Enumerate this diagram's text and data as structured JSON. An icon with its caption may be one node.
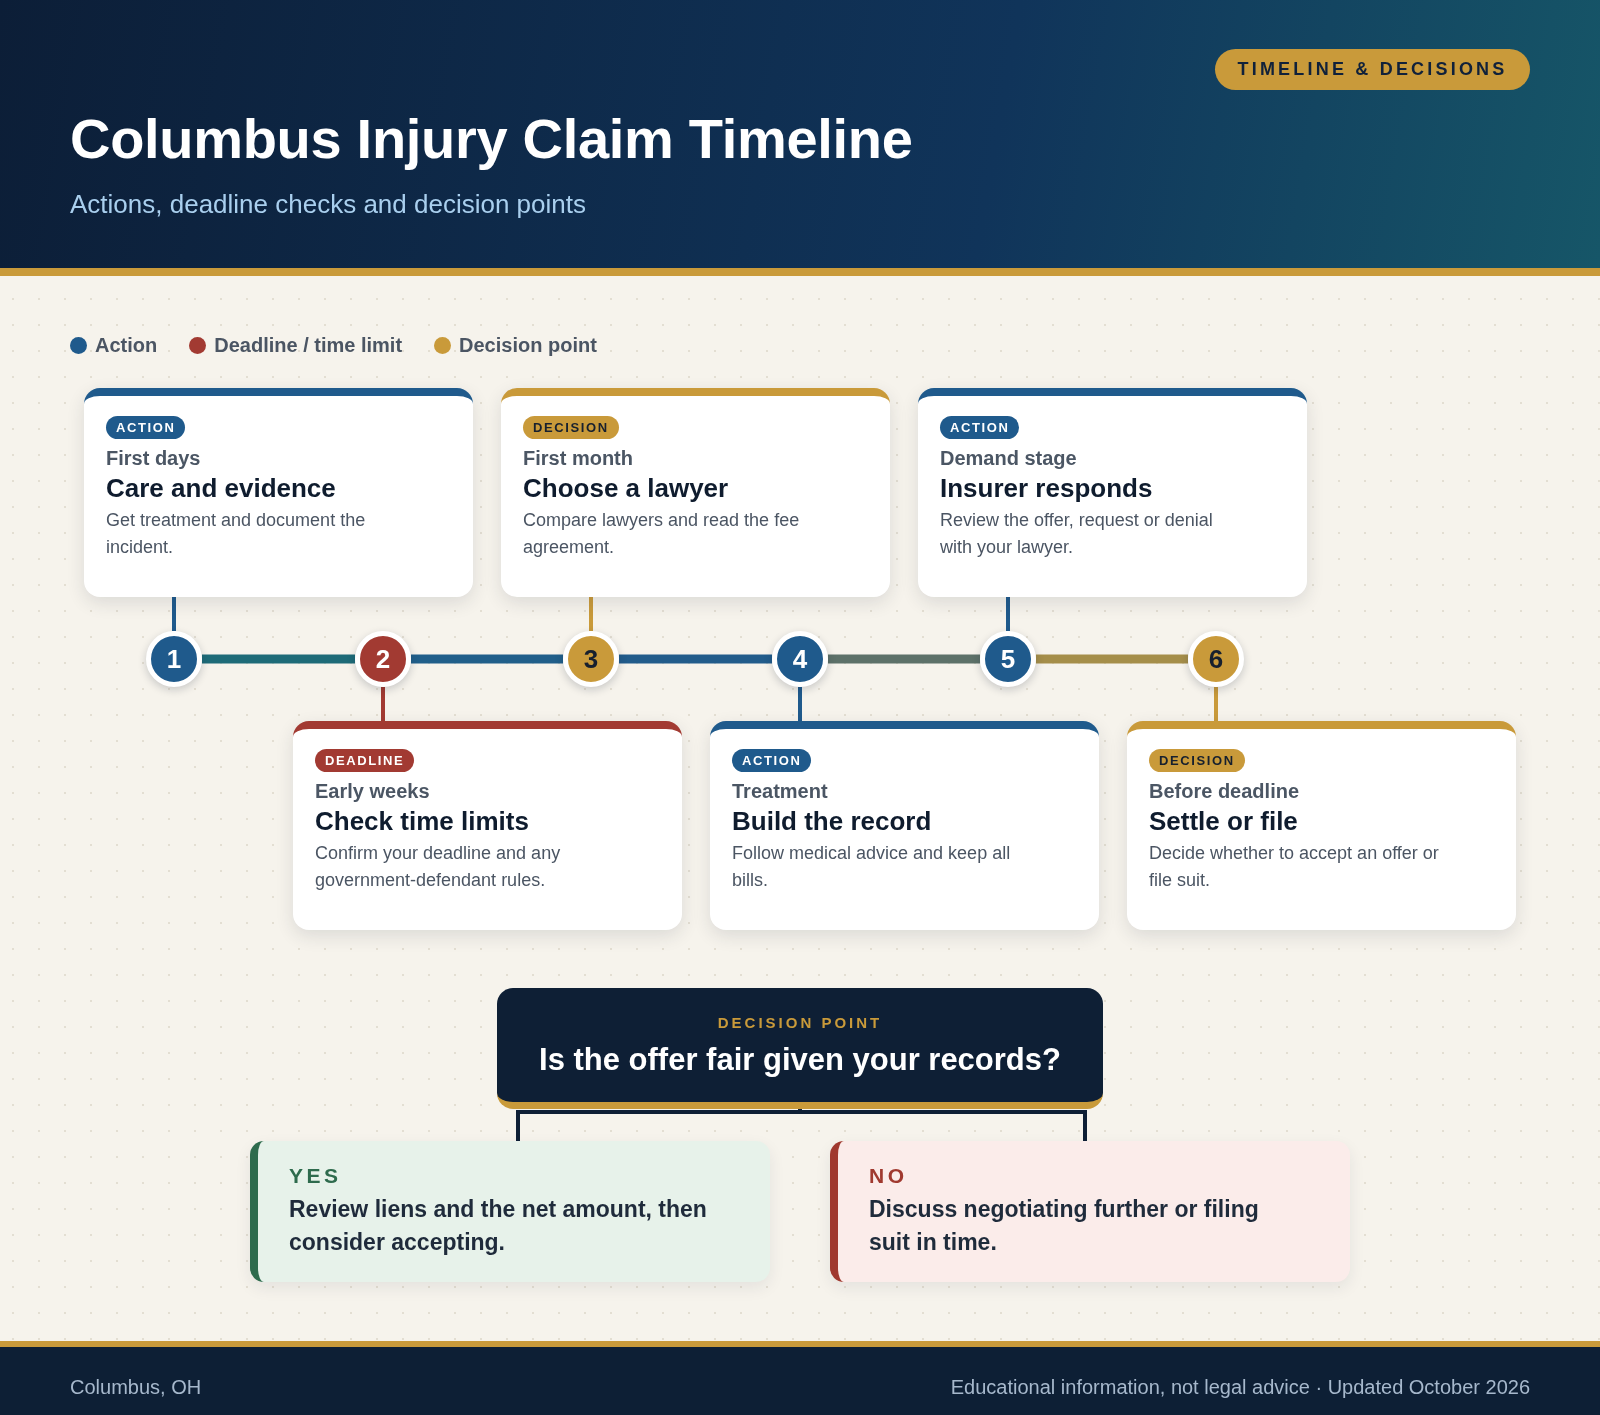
{
  "diagram": {
    "title": "Columbus Injury Claim Timeline",
    "nodes": [
      {
        "text": [
          "TIMELINE & DECISIONS"
        ]
      },
      {
        "text": [
          "First days",
          "Care and evidence",
          "Get treatment and document the incident."
        ]
      },
      {
        "text": [
          "ACTION"
        ],
        "in": 1
      },
      {
        "text": [
          "First month",
          "Choose a lawyer",
          "Compare lawyers and read the fee agreement."
        ]
      },
      {
        "text": [
          "DECISION"
        ],
        "in": 3
      },
      {
        "text": [
          "Demand stage",
          "Insurer responds",
          "Review the offer, request or denial with your lawyer."
        ]
      },
      {
        "text": [
          "ACTION"
        ],
        "in": 5
      },
      {
        "text": [
          "1"
        ]
      },
      {
        "text": [
          "2"
        ]
      },
      {
        "text": [
          "3"
        ]
      },
      {
        "text": [
          "4"
        ]
      },
      {
        "text": [
          "5"
        ]
      },
      {
        "text": [
          "6"
        ]
      },
      {
        "text": [
          "Early weeks",
          "Check time limits",
          "Confirm your deadline and any government-defendant rules."
        ]
      },
      {
        "text": [
          "DEADLINE"
        ],
        "in": 13
      },
      {
        "text": [
          "Treatment",
          "Build the record",
          "Follow medical advice and keep all bills."
        ]
      },
      {
        "text": [
          "ACTION"
        ],
        "in": 15
      },
      {
        "text": [
          "Before deadline",
          "Settle or file",
          "Decide whether to accept an offer or file suit."
        ]
      },
      {
        "text": [
          "DECISION"
        ],
        "in": 17
      },
      {
        "text": [
          "DECISION POINT",
          "Is the offer fair given your records?"
        ]
      },
      {
        "text": [
          "YES",
          "Review liens and the net amount, then consider accepting."
        ]
      },
      {
        "text": [
          "NO",
          "Discuss negotiating further or filing suit in time."
        ]
      }
    ],
    "edges": [
      {
        "from": 7,
        "to": 8,
        "arrow": "none",
        "style": "thick",
        "color": "#1e6b78"
      },
      {
        "from": 8,
        "to": 9,
        "arrow": "none",
        "style": "thick",
        "color": "#215f8a"
      },
      {
        "from": 9,
        "to": 10,
        "arrow": "none",
        "style": "thick",
        "color": "#225c8b"
      },
      {
        "from": 10,
        "to": 11,
        "arrow": "none",
        "style": "thick",
        "color": "#5d7169"
      },
      {
        "from": 11,
        "to": 12,
        "arrow": "none",
        "style": "thick",
        "color": "#a58e4a"
      },
      {
        "from": 1,
        "to": 7,
        "arrow": "none",
        "color": "#1f5a8c"
      },
      {
        "from": 8,
        "to": 13,
        "arrow": "none",
        "color": "#a23a32"
      },
      {
        "from": 3,
        "to": 9,
        "arrow": "none",
        "color": "#c99a3a"
      },
      {
        "from": 10,
        "to": 15,
        "arrow": "none",
        "color": "#1f5a8c"
      },
      {
        "from": 5,
        "to": 11,
        "arrow": "none",
        "color": "#1f5a8c"
      },
      {
        "from": 12,
        "to": 17,
        "arrow": "none",
        "color": "#c99a3a"
      },
      {
        "from": 19,
        "to": 20,
        "arrow": "none"
      },
      {
        "from": 19,
        "to": 21,
        "arrow": "none"
      }
    ],
    "labels": [
      "Actions, deadline checks and decision points",
      "Columbus, OH",
      "Educational information, not legal advice · Updated October 2026"
    ],
    "legend": [
      {
        "text": "Action",
        "color": "#1f5a8c"
      },
      {
        "text": "Deadline / time limit",
        "color": "#a23a32"
      },
      {
        "text": "Decision point",
        "color": "#c99a3a"
      }
    ]
  }
}
